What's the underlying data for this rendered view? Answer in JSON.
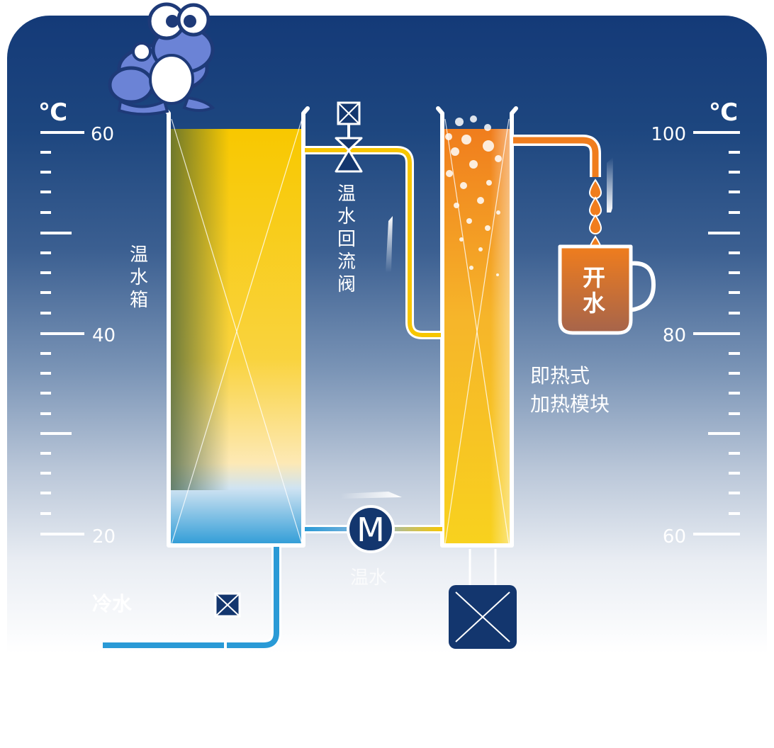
{
  "left_scale": {
    "unit": "℃",
    "ticks": [
      "60",
      "40",
      "20"
    ]
  },
  "right_scale": {
    "unit": "℃",
    "ticks": [
      "100",
      "80",
      "60"
    ]
  },
  "labels": {
    "warm_tank": "温水箱",
    "return_valve": "温水回流阀",
    "heater": "即热式\n加热模块",
    "boiling_water": "开水",
    "warm_pump": "温水",
    "cold_water": "冷水",
    "pump_symbol": "M"
  },
  "colors": {
    "panel_top": "#143a78",
    "warm_yellow": "#f7c600",
    "hot_orange": "#f07d1d",
    "cold_blue": "#2a9ad6",
    "frog": "#6b83d6"
  }
}
